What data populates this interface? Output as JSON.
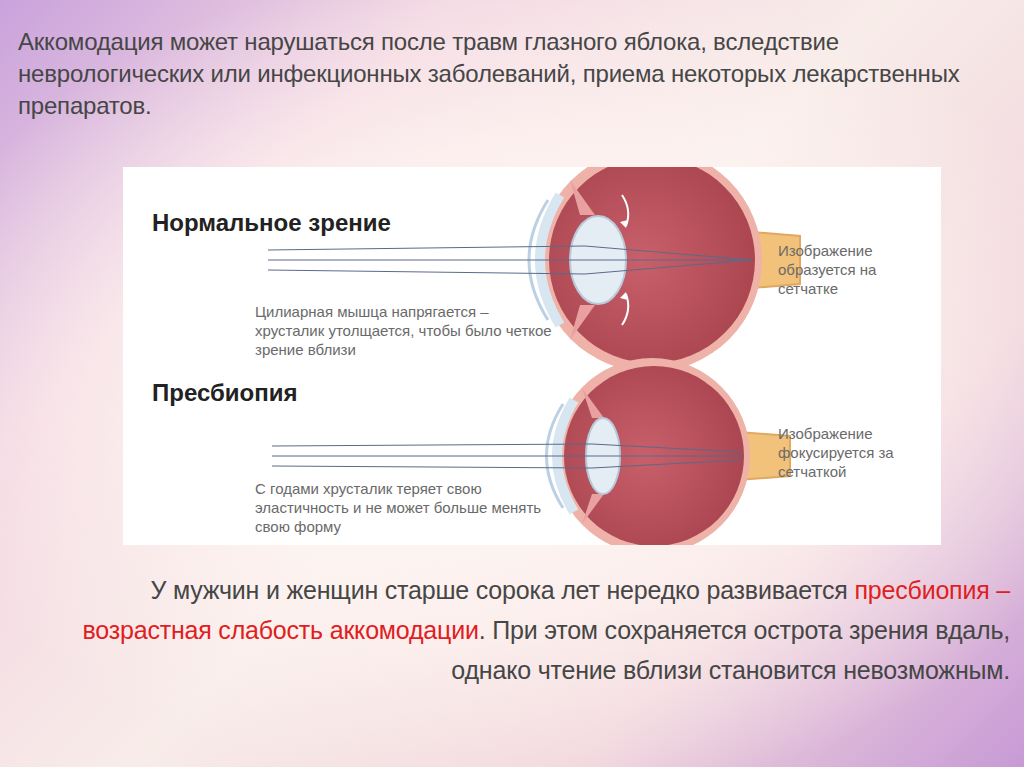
{
  "diagram": {
    "labels": [
      "Аккомодация может нарушаться после травм глазного яблока, вследствие неврологических или инфекционных заболеваний, приема некоторых лекарственных препаратов.",
      "Нормальное зрение",
      "Цилиарная мышца напрягается – хрусталик утолщается, чтобы было четкое зрение вблизи",
      "Изображение образуется на сетчатке",
      "Пресбиопия",
      "С годами хрусталик теряет свою эластичность и не может больше менять свою форму",
      "Изображение фокусируется за сетчаткой",
      "У мужчин и женщин старше сорока лет нередко развивается",
      "пресбиопия – возрастная слабость аккомодации",
      ". При этом сохраняется острота зрения вдаль, однако чтение вблизи становится невозможным."
    ]
  }
}
